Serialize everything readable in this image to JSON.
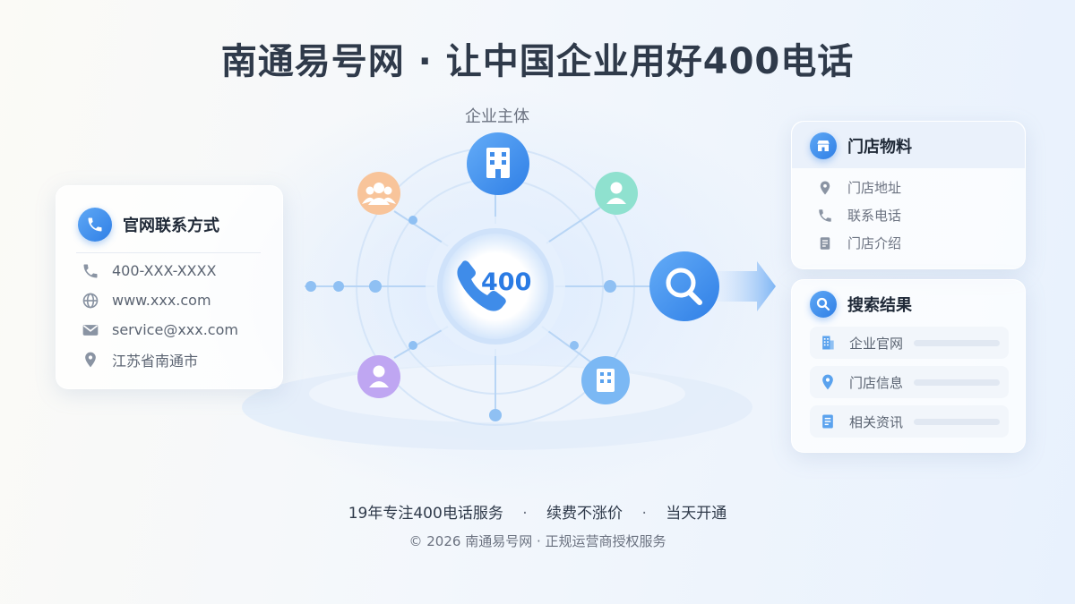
{
  "title": "南通易号网 · 让中国企业用好400电话",
  "hub": {
    "top_label": "企业主体",
    "center_label": "400"
  },
  "contact_card": {
    "title": "官网联系方式",
    "items": [
      {
        "icon": "phone-icon",
        "text": "400-XXX-XXXX"
      },
      {
        "icon": "globe-icon",
        "text": "www.xxx.com"
      },
      {
        "icon": "mail-icon",
        "text": "service@xxx.com"
      },
      {
        "icon": "location-pin-icon",
        "text": "江苏省南通市"
      }
    ]
  },
  "store_card": {
    "title": "门店物料",
    "items": [
      {
        "icon": "location-pin-icon",
        "text": "门店地址"
      },
      {
        "icon": "phone-icon",
        "text": "联系电话"
      },
      {
        "icon": "document-icon",
        "text": "门店介绍"
      }
    ]
  },
  "results_card": {
    "title": "搜索结果",
    "items": [
      {
        "icon": "building-icon",
        "text": "企业官网"
      },
      {
        "icon": "location-pin-icon",
        "text": "门店信息"
      },
      {
        "icon": "document-icon",
        "text": "相关资讯"
      }
    ]
  },
  "footer": {
    "features": [
      "19年专注400电话服务",
      "续费不涨价",
      "当天开通"
    ],
    "separator": "·",
    "copyright": "© 2026 南通易号网 · 正规运营商授权服务"
  },
  "colors": {
    "accent": "#2f7fe6",
    "orange": "#f6b27a",
    "teal": "#7fdcc8",
    "purple": "#b39af0"
  }
}
